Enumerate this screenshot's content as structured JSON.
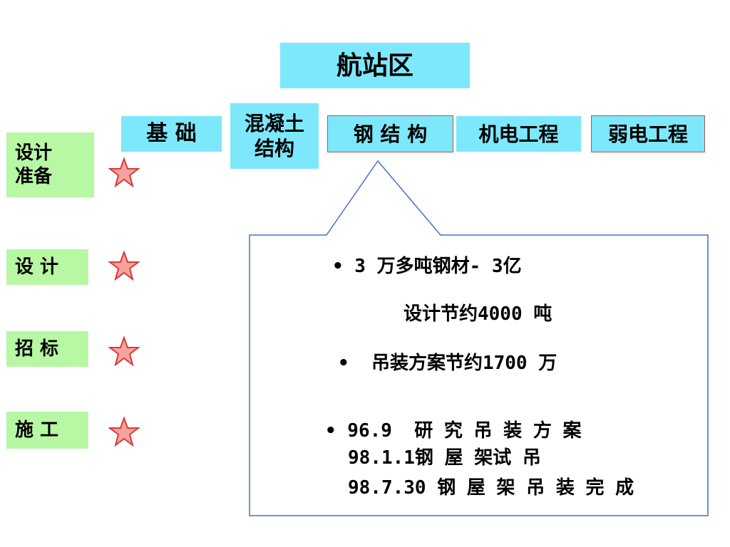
{
  "top": {
    "title": "航站区",
    "categories": {
      "foundation": "基 础",
      "concrete": "混凝土\n结构",
      "steel": "钢 结 构",
      "electromechanical": "机电工程",
      "low_voltage": "弱电工程"
    }
  },
  "phases": {
    "prep": "设计\n准备",
    "design": "设 计",
    "tender": "招 标",
    "construction": "施 工"
  },
  "callout": {
    "line1": "• 3 万多吨钢材- 3亿",
    "line2": "设计节约4000 吨",
    "line3": "•  吊装方案节约1700 万",
    "line4": "• 96.9  研 究 吊 装 方 案",
    "line5": "98.1.1钢 屋 架试 吊",
    "line6": "98.7.30 钢 屋 架 吊 装 完 成"
  },
  "colors": {
    "cyan": "#7de8fb",
    "green": "#b8f7a4",
    "star_fill": "#f5a3a0",
    "star_stroke": "#d93b35",
    "callout_border": "#4472c4"
  }
}
